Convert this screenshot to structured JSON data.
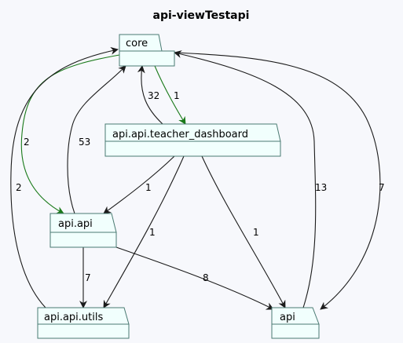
{
  "title": "api-viewTestapi",
  "packages": {
    "core": "core",
    "dashboard": "api.api.teacher_dashboard",
    "apiapi": "api.api",
    "utils": "api.api.utils",
    "api": "api"
  },
  "edges": {
    "dashboard_core": "32",
    "core_dashboard": "1",
    "core_apiapi": "2",
    "apiapi_core": "53",
    "utils_core": "2",
    "api_core": "13",
    "core_api": "7",
    "dashboard_apiapi": "1",
    "dashboard_utils": "1",
    "dashboard_api": "1",
    "apiapi_utils": "7",
    "apiapi_api": "8"
  },
  "colors": {
    "black_edge": "#1b1b1b",
    "green_edge": "#1a7a1a",
    "package_fill": "#f1fffd",
    "package_stroke": "#4a7a72"
  }
}
